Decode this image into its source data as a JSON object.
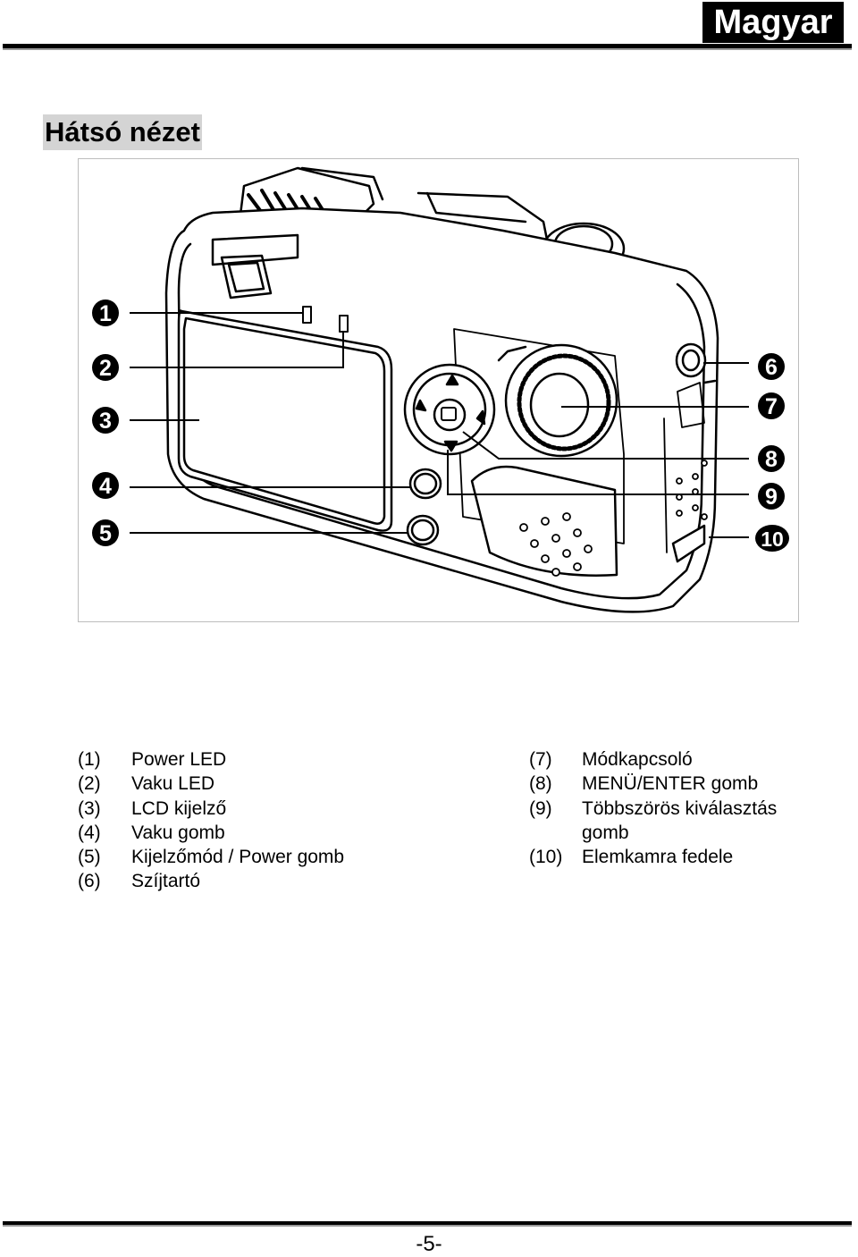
{
  "header": {
    "language": "Magyar"
  },
  "section": {
    "title": "Hátsó nézet"
  },
  "figure": {
    "callouts": [
      "1",
      "2",
      "3",
      "4",
      "5",
      "6",
      "7",
      "8",
      "9",
      "10"
    ]
  },
  "legend": {
    "left": [
      {
        "num": "(1)",
        "label": "Power LED"
      },
      {
        "num": "(2)",
        "label": "Vaku LED"
      },
      {
        "num": "(3)",
        "label": "LCD kijelző"
      },
      {
        "num": "(4)",
        "label": "Vaku gomb"
      },
      {
        "num": "(5)",
        "label": "Kijelzőmód / Power gomb"
      },
      {
        "num": "(6)",
        "label": "Szíjtartó"
      }
    ],
    "right": [
      {
        "num": "(7)",
        "label": "Módkapcsoló"
      },
      {
        "num": "(8)",
        "label": "MENÜ/ENTER gomb"
      },
      {
        "num": "(9)",
        "label": "Többszörös kiválasztás",
        "label_cont": "gomb"
      },
      {
        "num": "(10)",
        "label": "Elemkamra fedele"
      }
    ]
  },
  "footer": {
    "page_number": "-5-"
  }
}
